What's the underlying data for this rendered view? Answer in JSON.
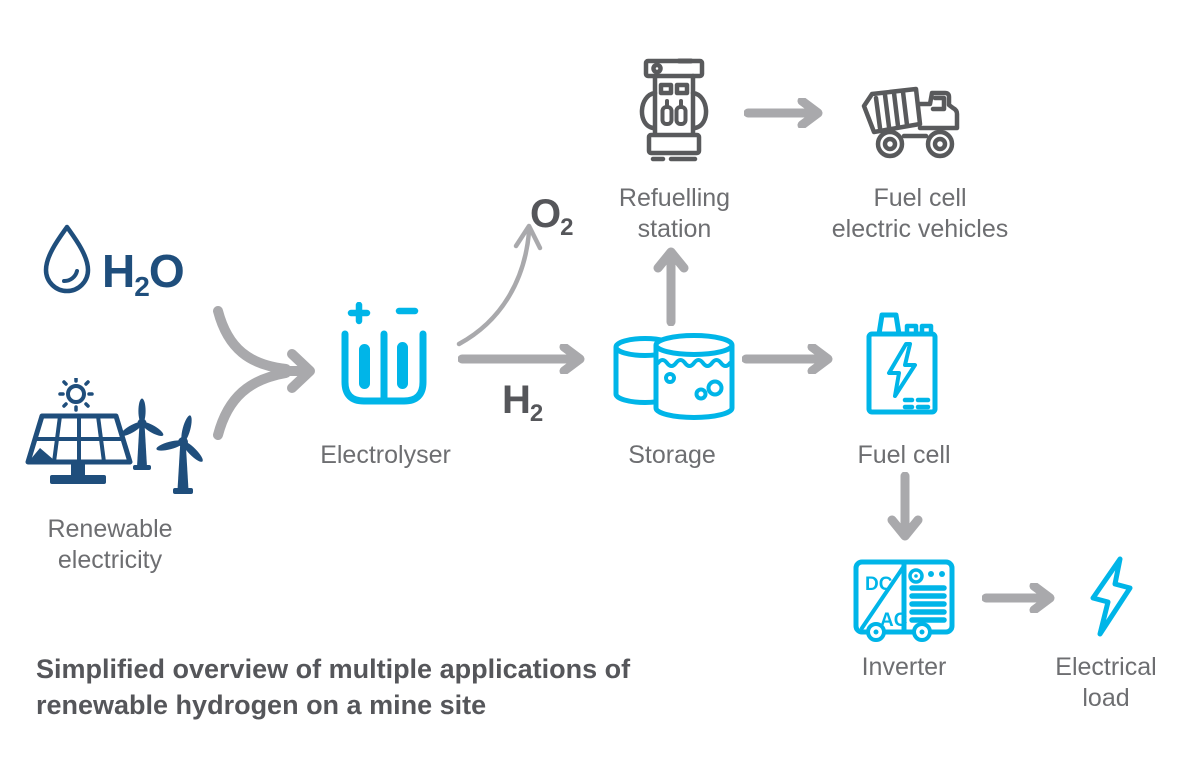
{
  "caption": {
    "line1": "Simplified overview of multiple applications of",
    "line2": "renewable hydrogen on a mine site"
  },
  "formulas": {
    "h2o": {
      "pre": "H",
      "sub": "2",
      "post": "O"
    },
    "o2": {
      "pre": "O",
      "sub": "2"
    },
    "h2": {
      "pre": "H",
      "sub": "2"
    }
  },
  "labels": {
    "renewable": {
      "line1": "Renewable",
      "line2": "electricity"
    },
    "electrolyser": "Electrolyser",
    "storage": "Storage",
    "refuelling": {
      "line1": "Refuelling",
      "line2": "station"
    },
    "vehicles": {
      "line1": "Fuel cell",
      "line2": "electric vehicles"
    },
    "fuel_cell": "Fuel cell",
    "inverter": "Inverter",
    "load": {
      "line1": "Electrical",
      "line2": "load"
    }
  },
  "inverter_icon": {
    "dc": "DC",
    "ac": "AC"
  },
  "icons": [
    "water-drop-icon",
    "solar-panel-icon",
    "wind-turbines-icon",
    "electrolyser-icon",
    "storage-tanks-icon",
    "refuelling-station-icon",
    "dump-truck-icon",
    "fuel-cell-icon",
    "inverter-icon",
    "lightning-bolt-icon"
  ],
  "colors": {
    "navy": "#1f4e7c",
    "cyan": "#00b5e8",
    "arrow_gray": "#a9a9ac",
    "icon_gray": "#595a5c",
    "label_gray": "#6d6e71",
    "dark_text": "#55565a"
  }
}
